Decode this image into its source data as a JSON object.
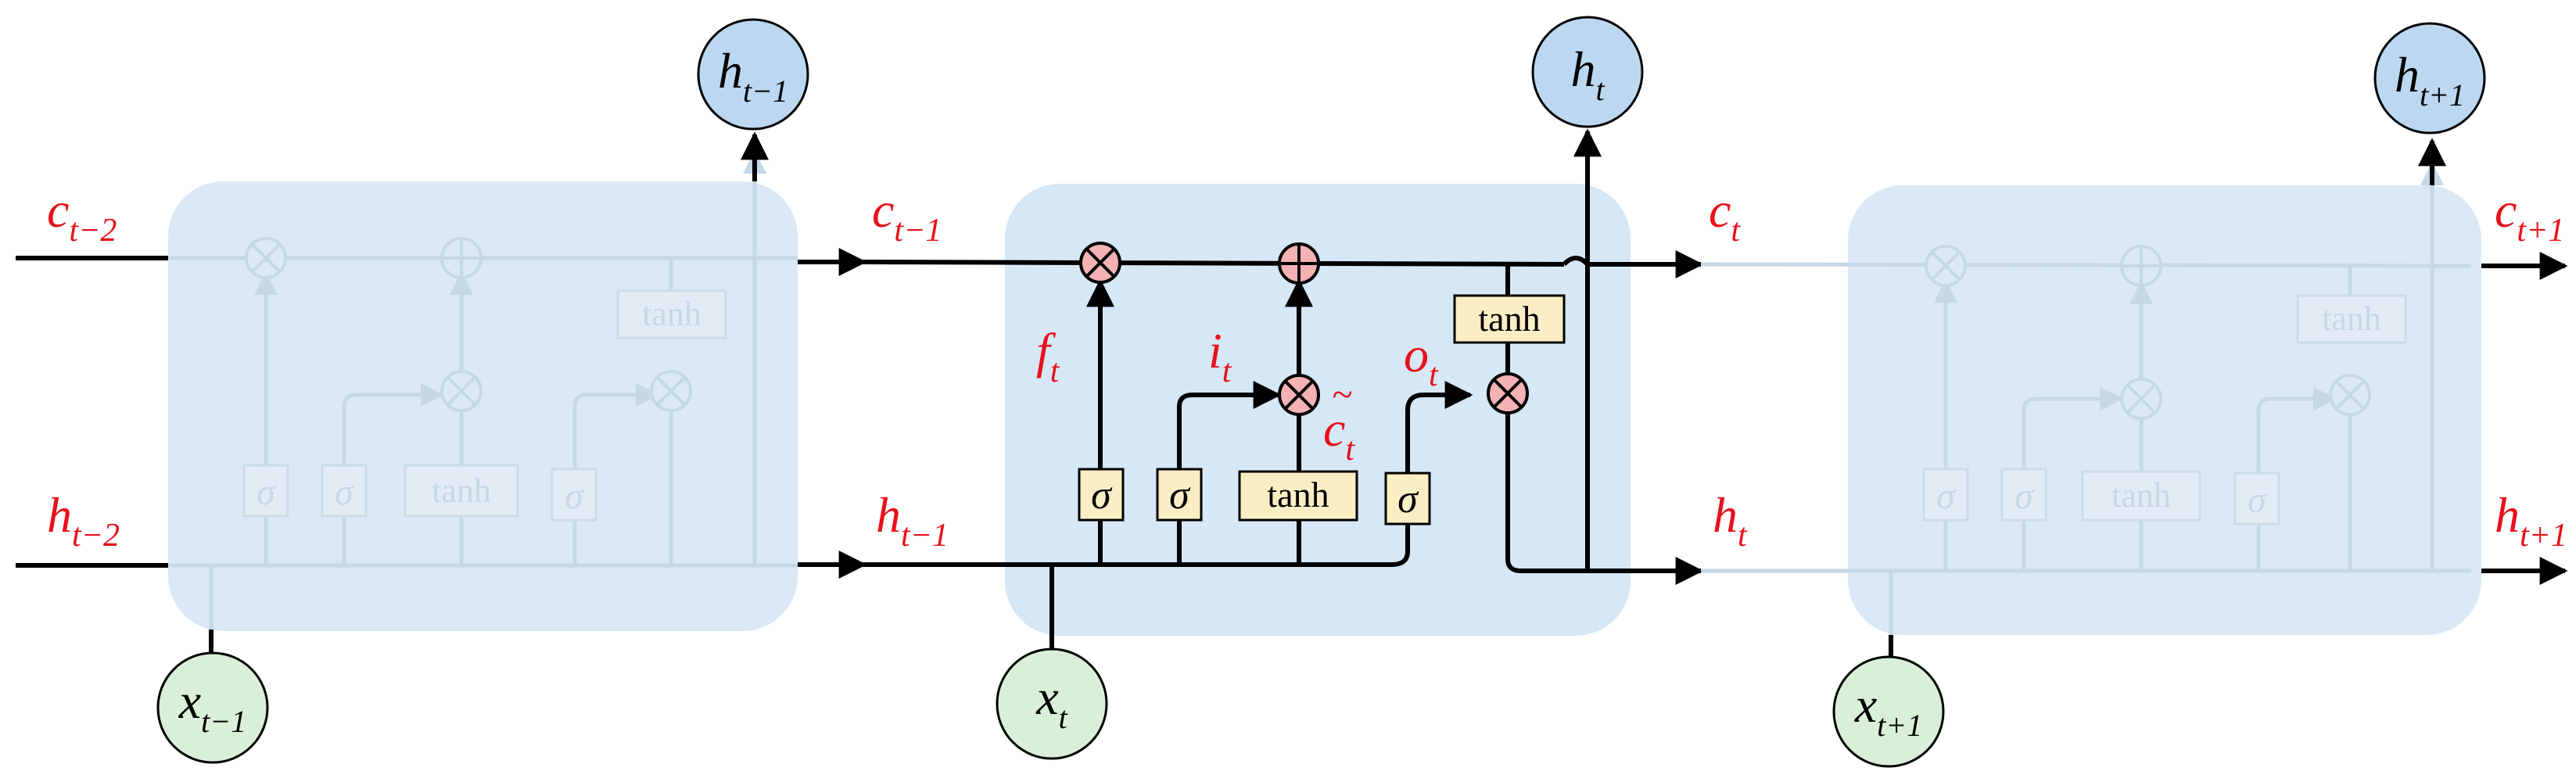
{
  "colors": {
    "cell_bg": "#d6e7f6",
    "cell_bg_faded": "#dbe9f6",
    "gate_fill": "#fbeec5",
    "op_fill": "#f4b2b4",
    "h_node": "#bcd8f1",
    "x_node": "#d9efd7",
    "label_red": "#e8101a",
    "line": "#000000",
    "faded_line": "#c6d7e6"
  },
  "labels": {
    "c_tm2": {
      "base": "c",
      "sub": "t−2"
    },
    "c_tm1": {
      "base": "c",
      "sub": "t−1"
    },
    "c_t": {
      "base": "c",
      "sub": "t"
    },
    "c_tp1": {
      "base": "c",
      "sub": "t+1"
    },
    "h_tm2": {
      "base": "h",
      "sub": "t−2"
    },
    "h_tm1": {
      "base": "h",
      "sub": "t−1"
    },
    "h_t": {
      "base": "h",
      "sub": "t"
    },
    "h_tp1": {
      "base": "h",
      "sub": "t+1"
    },
    "f_t": {
      "base": "f",
      "sub": "t"
    },
    "i_t": {
      "base": "i",
      "sub": "t"
    },
    "o_t": {
      "base": "o",
      "sub": "t"
    },
    "ctilde_t": {
      "base": "c",
      "sub": "t",
      "mark": "~"
    }
  },
  "nodes": {
    "h_out_left": {
      "base": "h",
      "sub": "t−1"
    },
    "h_out_mid": {
      "base": "h",
      "sub": "t"
    },
    "h_out_right": {
      "base": "h",
      "sub": "t+1"
    },
    "x_in_left": {
      "base": "x",
      "sub": "t−1"
    },
    "x_in_mid": {
      "base": "x",
      "sub": "t"
    },
    "x_in_right": {
      "base": "x",
      "sub": "t+1"
    }
  },
  "gates": {
    "sigma": "σ",
    "tanh": "tanh"
  }
}
